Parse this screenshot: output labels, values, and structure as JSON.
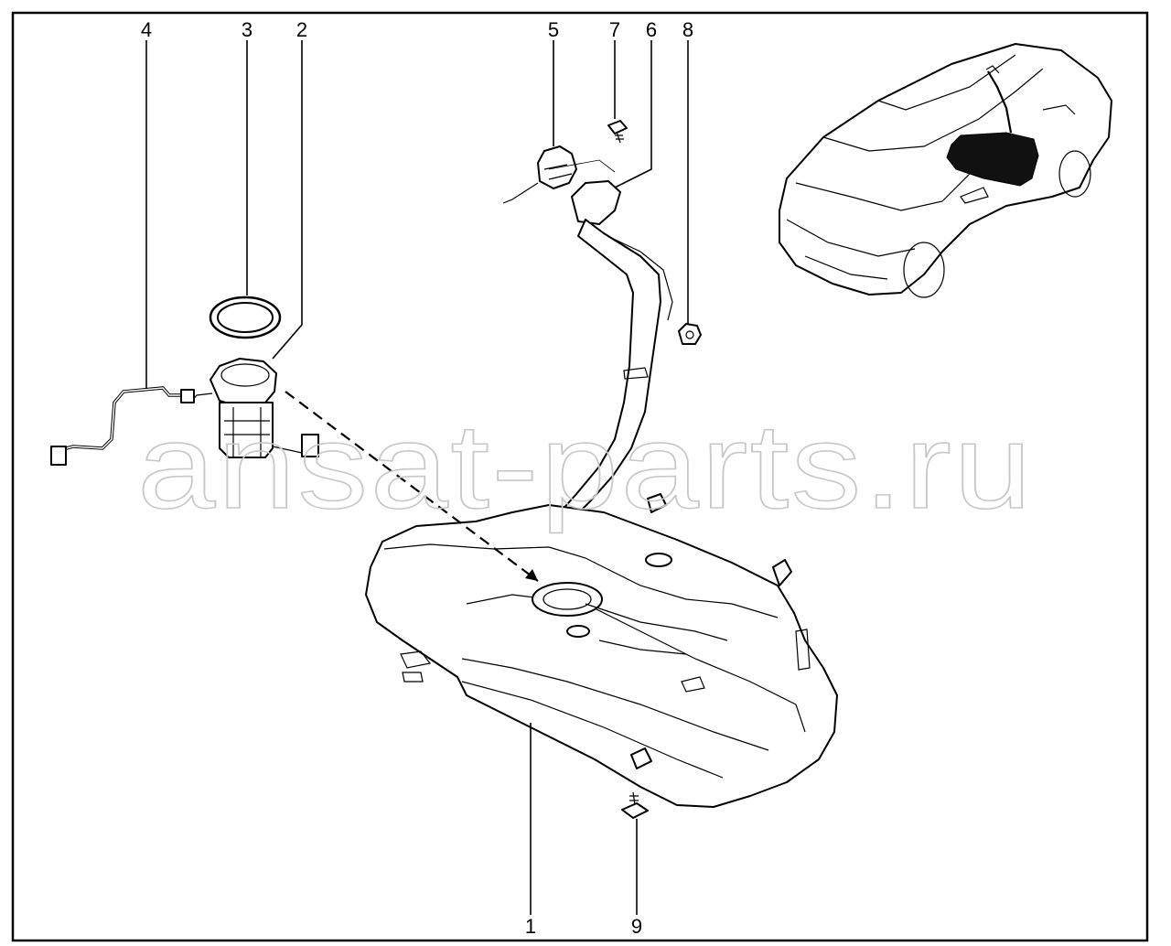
{
  "watermark": "ansat-parts.ru",
  "callouts": {
    "c1": "1",
    "c2": "2",
    "c3": "3",
    "c4": "4",
    "c5": "5",
    "c6": "6",
    "c7": "7",
    "c8": "8",
    "c9": "9"
  },
  "colors": {
    "line": "#000000",
    "background": "#ffffff",
    "watermark_outline": "#c8c8c8",
    "tank_highlight": "#111111"
  }
}
